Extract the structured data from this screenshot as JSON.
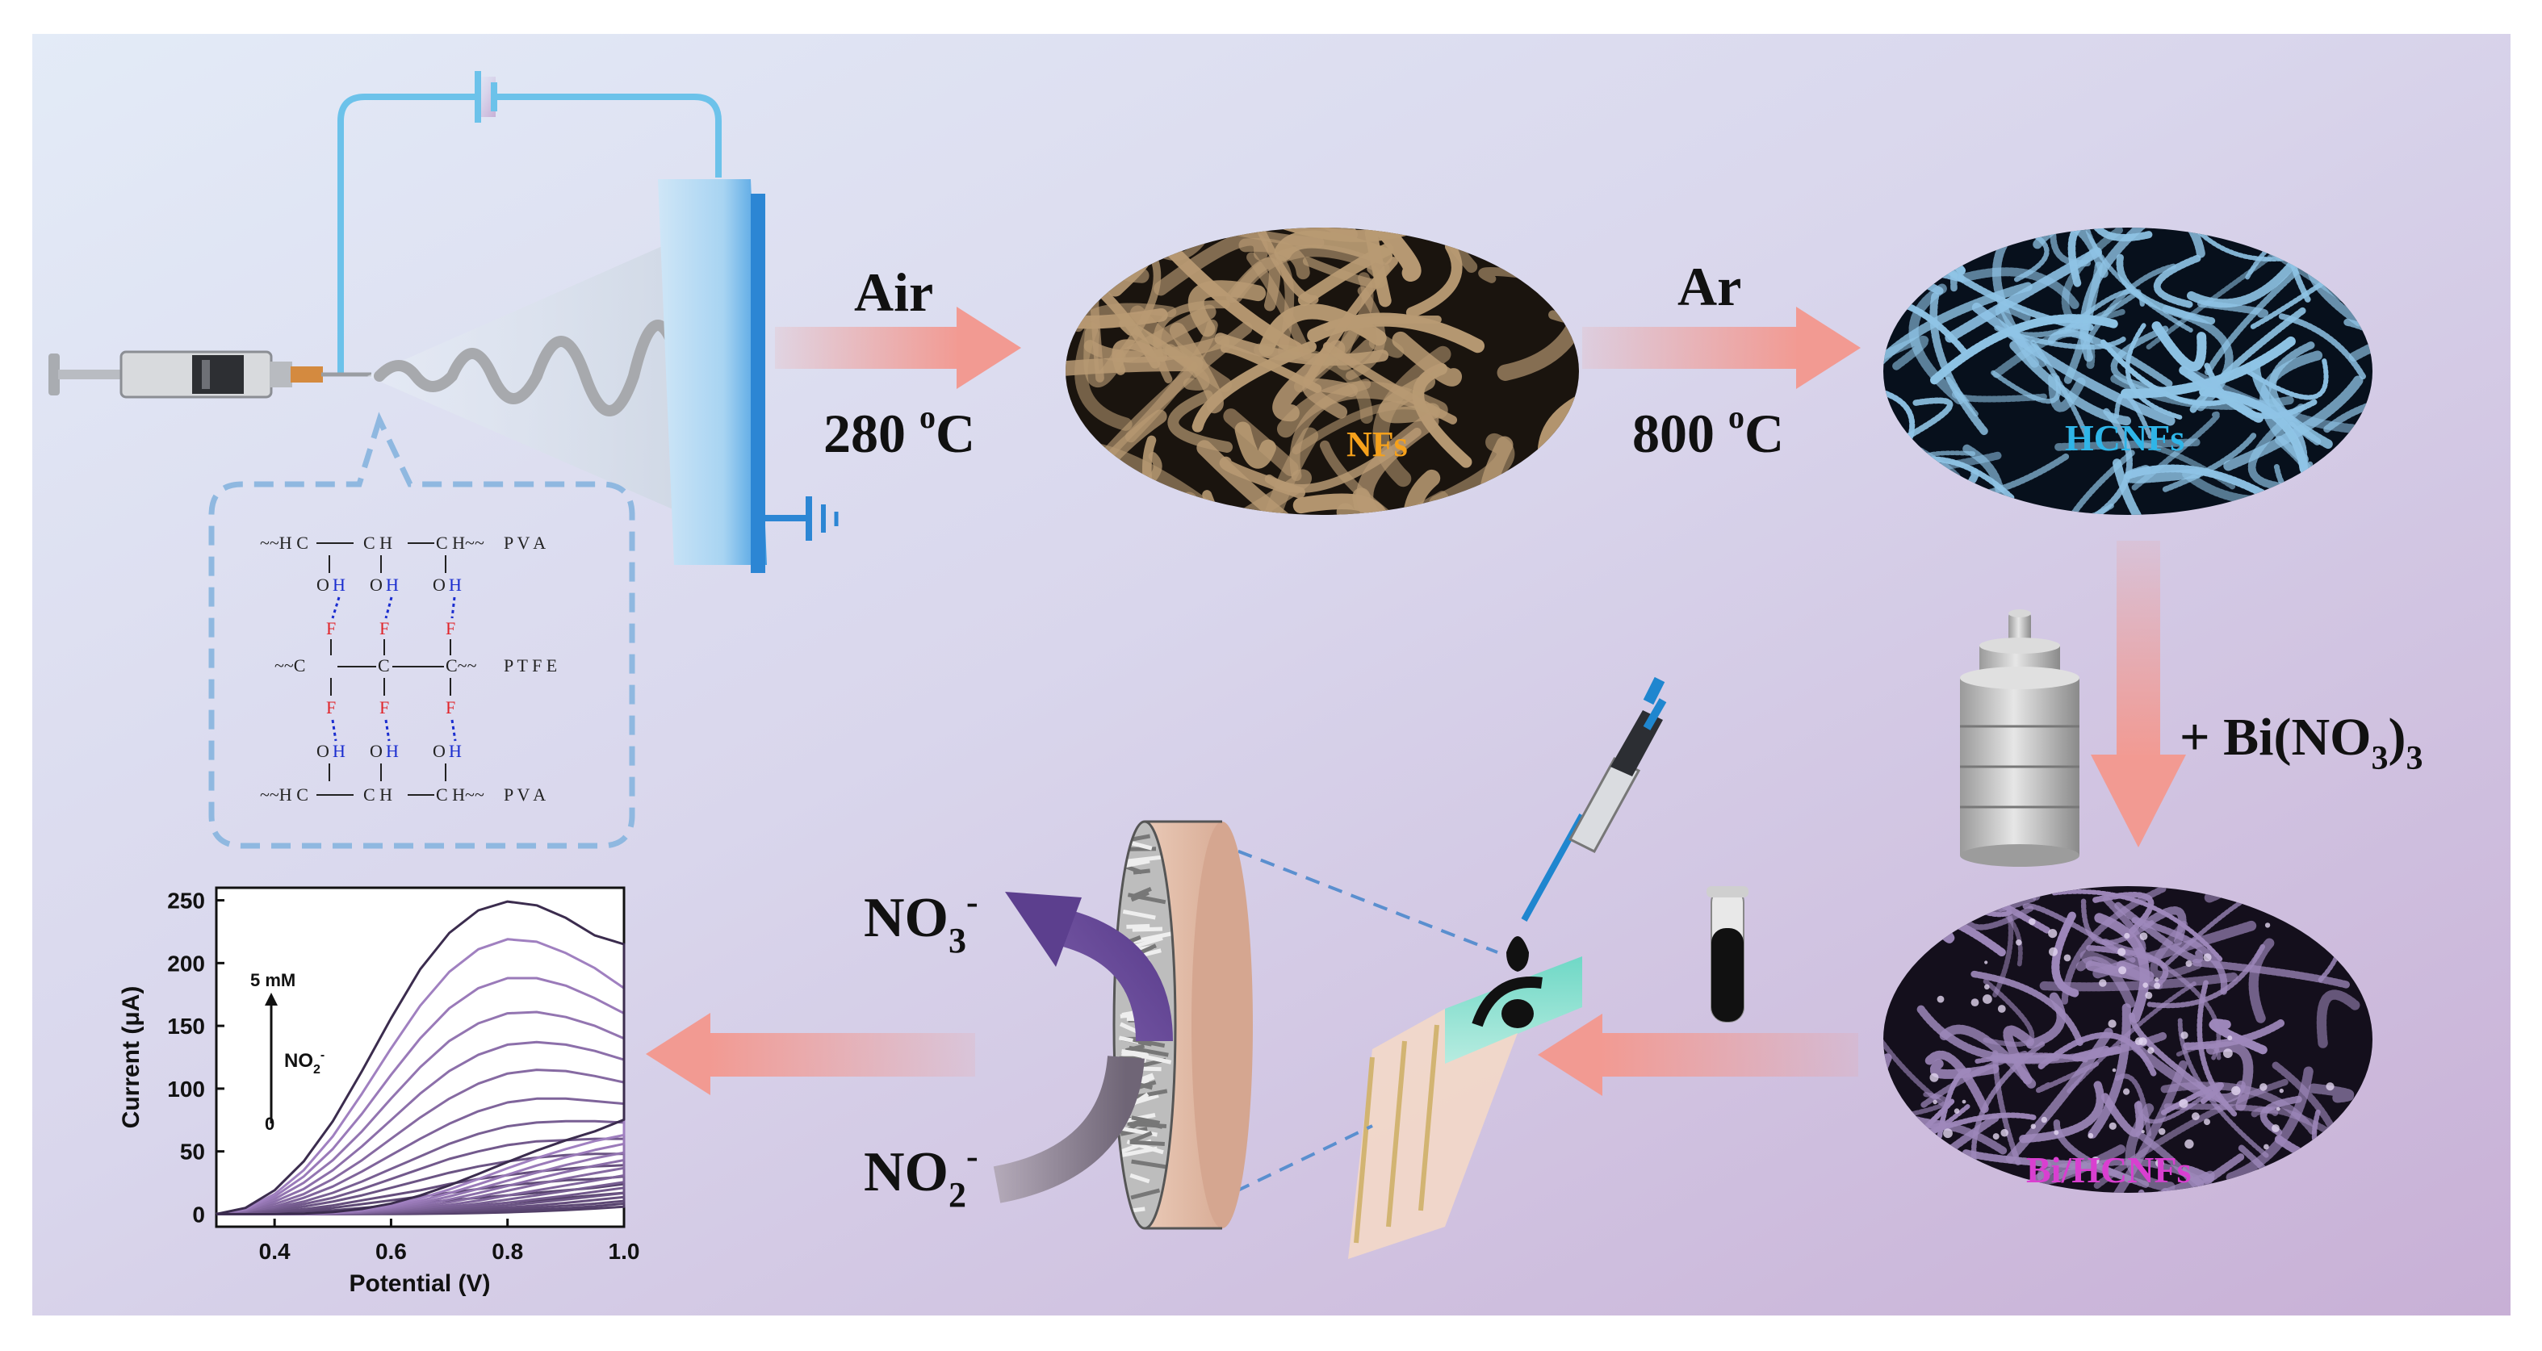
{
  "colors": {
    "background_left": "#dfe7f5",
    "background_right": "#cdb6d8",
    "arrow_salmon": "#f29a92",
    "nfs_fiber": "#b89a73",
    "hcnfs_fiber": "#8fc4e6",
    "bi_fiber": "#9e88bb",
    "nfs_label": "#f5a11c",
    "hcnfs_label": "#2fb5e8",
    "bi_label": "#d93fd0",
    "circuit_wire": "#6cc2ea",
    "dashed_box": "#8fb8e0",
    "h_bond_blue": "#1a2dcf",
    "fluorine_red": "#e0242a",
    "curve_dark": "#3b2c4e",
    "curve_light": "#a785c8"
  },
  "steps": {
    "step1": {
      "gas": "Air",
      "temp": "280 ",
      "temp_sup": "o",
      "temp_unit": "C"
    },
    "step2": {
      "gas": "Ar",
      "temp": "800 ",
      "temp_sup": "o",
      "temp_unit": "C"
    },
    "step3": {
      "reagent_main": "+ Bi(NO",
      "reagent_sub": "3",
      "reagent_close": ")",
      "reagent_sub2": "3"
    }
  },
  "materials": {
    "nfs": "NFs",
    "hcnfs": "HCNFs",
    "bi_hcnfs": "Bi/HCNFs"
  },
  "ions": {
    "nitrate": "NO",
    "nitrate_sub": "3",
    "nitrate_sup": "-",
    "nitrite": "NO",
    "nitrite_sub": "2",
    "nitrite_sup": "-"
  },
  "structure": {
    "row1": {
      "left": "~~H C",
      "mid": "C H",
      "right": "C H~~",
      "name": "P V A"
    },
    "row_oh": [
      "O",
      "O",
      "O"
    ],
    "row_h": [
      "H",
      "H",
      "H"
    ],
    "row_f": [
      "F",
      "F",
      "F"
    ],
    "row2": {
      "left": "~~C",
      "mid": "C",
      "right": "C~~",
      "name": "P T F E"
    },
    "row4": {
      "left": "~~H C",
      "mid": "C H",
      "right": "C H~~",
      "name": "P V A"
    }
  },
  "chart_data": {
    "type": "line",
    "xlabel": "Potential (V)",
    "ylabel": "Current (μA)",
    "xlim": [
      0.3,
      1.0
    ],
    "ylim": [
      -10,
      260
    ],
    "xticks": [
      "0.4",
      "0.6",
      "0.8",
      "1.0"
    ],
    "yticks": [
      "0",
      "50",
      "100",
      "150",
      "200",
      "250"
    ],
    "annotation_top": "5 mM",
    "annotation_species": "NO",
    "annotation_species_sub": "2",
    "annotation_species_sup": "-",
    "annotation_bottom": "0",
    "x": [
      0.3,
      0.35,
      0.4,
      0.45,
      0.5,
      0.55,
      0.6,
      0.65,
      0.7,
      0.75,
      0.8,
      0.85,
      0.9,
      0.95,
      1.0
    ],
    "series": [
      {
        "values": [
          0,
          0,
          0,
          1,
          1,
          2,
          3,
          4,
          5,
          7,
          9,
          11,
          13,
          15,
          17
        ]
      },
      {
        "values": [
          0,
          0,
          1,
          2,
          3,
          5,
          7,
          9,
          11,
          13,
          15,
          17,
          19,
          21,
          24
        ]
      },
      {
        "values": [
          0,
          1,
          2,
          3,
          5,
          8,
          11,
          14,
          17,
          20,
          23,
          25,
          27,
          28,
          30
        ]
      },
      {
        "values": [
          0,
          1,
          2,
          4,
          7,
          11,
          15,
          19,
          24,
          28,
          31,
          34,
          36,
          38,
          39
        ]
      },
      {
        "values": [
          0,
          1,
          3,
          6,
          10,
          15,
          21,
          27,
          33,
          38,
          42,
          45,
          47,
          48,
          48
        ]
      },
      {
        "values": [
          0,
          1,
          4,
          8,
          13,
          20,
          28,
          36,
          44,
          50,
          55,
          58,
          59,
          60,
          60
        ]
      },
      {
        "values": [
          0,
          2,
          5,
          10,
          17,
          26,
          36,
          46,
          56,
          64,
          70,
          73,
          74,
          74,
          73
        ]
      },
      {
        "values": [
          0,
          2,
          6,
          13,
          22,
          34,
          47,
          60,
          72,
          82,
          89,
          92,
          92,
          90,
          88
        ]
      },
      {
        "values": [
          0,
          2,
          8,
          16,
          28,
          43,
          60,
          77,
          92,
          104,
          112,
          115,
          114,
          110,
          105
        ]
      },
      {
        "values": [
          0,
          3,
          10,
          20,
          35,
          54,
          75,
          96,
          114,
          127,
          135,
          137,
          135,
          130,
          123
        ]
      },
      {
        "values": [
          0,
          3,
          12,
          25,
          43,
          66,
          92,
          117,
          138,
          152,
          160,
          161,
          157,
          150,
          140
        ]
      },
      {
        "values": [
          0,
          4,
          14,
          30,
          52,
          80,
          111,
          140,
          164,
          180,
          188,
          188,
          182,
          172,
          160
        ]
      },
      {
        "values": [
          0,
          4,
          16,
          35,
          62,
          96,
          132,
          166,
          193,
          211,
          219,
          217,
          208,
          196,
          180
        ]
      },
      {
        "values": [
          0,
          5,
          19,
          42,
          74,
          114,
          156,
          195,
          224,
          242,
          249,
          246,
          236,
          222,
          215
        ]
      }
    ]
  }
}
